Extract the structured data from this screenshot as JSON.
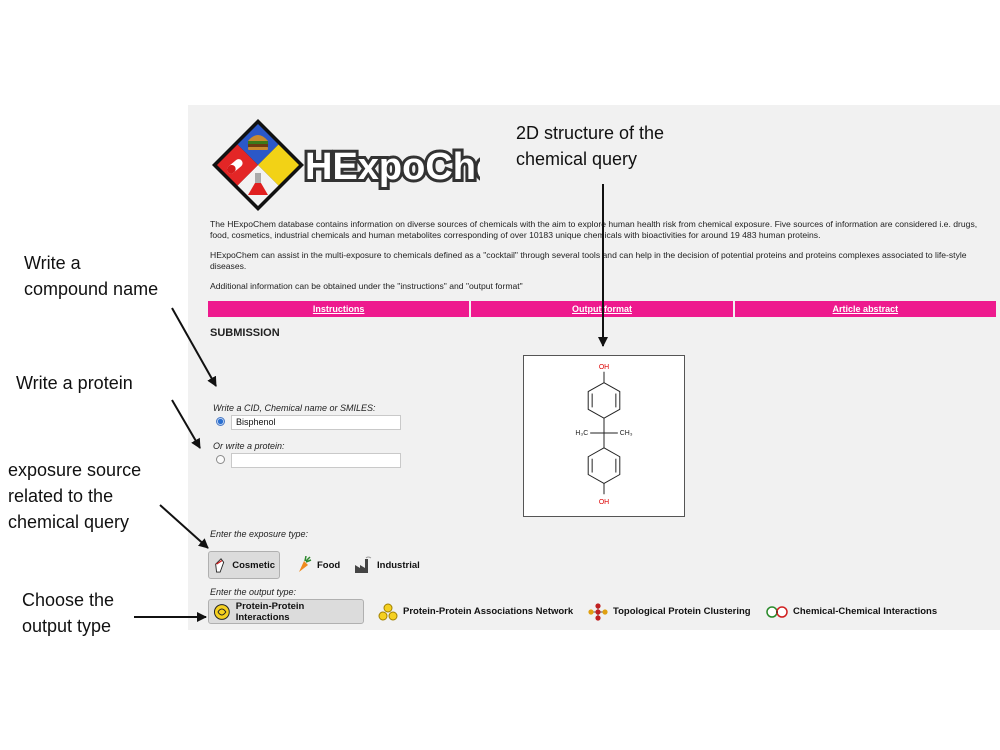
{
  "logo": {
    "text": "HExpoChem"
  },
  "intro": {
    "p1": "The HExpoChem database contains information on diverse sources of chemicals with the aim to explore human health risk from chemical exposure. Five sources of information are considered i.e. drugs, food, cosmetics, industrial chemicals and human metabolites corresponding of over 10183 unique chemicals with bioactivities for around 19 483 human proteins.",
    "p2": "HExpoChem can assist in the multi-exposure to chemicals defined as a \"cocktail\" through several tools and can help in the decision of potential proteins and proteins complexes associated to life-style diseases.",
    "p3": "Additional information can be obtained under the \"instructions\" and \"output format\""
  },
  "nav": {
    "instructions": "Instructions",
    "output_format": "Output format",
    "article_abstract": "Article abstract"
  },
  "submission": {
    "title": "SUBMISSION",
    "chemical_label": "Write a CID, Chemical name or SMILES:",
    "chemical_value": "Bisphenol",
    "protein_label": "Or write a protein:",
    "protein_value": ""
  },
  "structure": {
    "oh_top": "OH",
    "oh_bottom": "OH",
    "methyl_left": "H₃C",
    "methyl_right": "CH₃"
  },
  "exposure": {
    "label": "Enter the exposure type:",
    "options": [
      {
        "label": "Cosmetic",
        "icon": "lipstick-icon",
        "selected": true
      },
      {
        "label": "Food",
        "icon": "carrot-icon",
        "selected": false
      },
      {
        "label": "Industrial",
        "icon": "factory-icon",
        "selected": false
      }
    ]
  },
  "output": {
    "label": "Enter the output type:",
    "options": [
      {
        "label": "Protein-Protein Interactions",
        "icon": "interaction-icon",
        "selected": true
      },
      {
        "label": "Protein-Protein Associations Network",
        "icon": "network-icon",
        "selected": false
      },
      {
        "label": "Topological Protein Clustering",
        "icon": "cluster-icon",
        "selected": false
      },
      {
        "label": "Chemical-Chemical Interactions",
        "icon": "chemical-interaction-icon",
        "selected": false
      }
    ]
  },
  "annotations": {
    "structure": [
      "2D structure of the",
      "chemical query"
    ],
    "compound": [
      "Write a",
      "compound name"
    ],
    "protein": [
      "Write a protein"
    ],
    "exposure": [
      "exposure source",
      "related to the",
      "chemical query"
    ],
    "output": [
      "Choose the",
      "output type"
    ]
  },
  "colors": {
    "nav_pink": "#ee1a8e",
    "panel_bg": "#f1f1f1",
    "oh_red": "#dd0000"
  }
}
